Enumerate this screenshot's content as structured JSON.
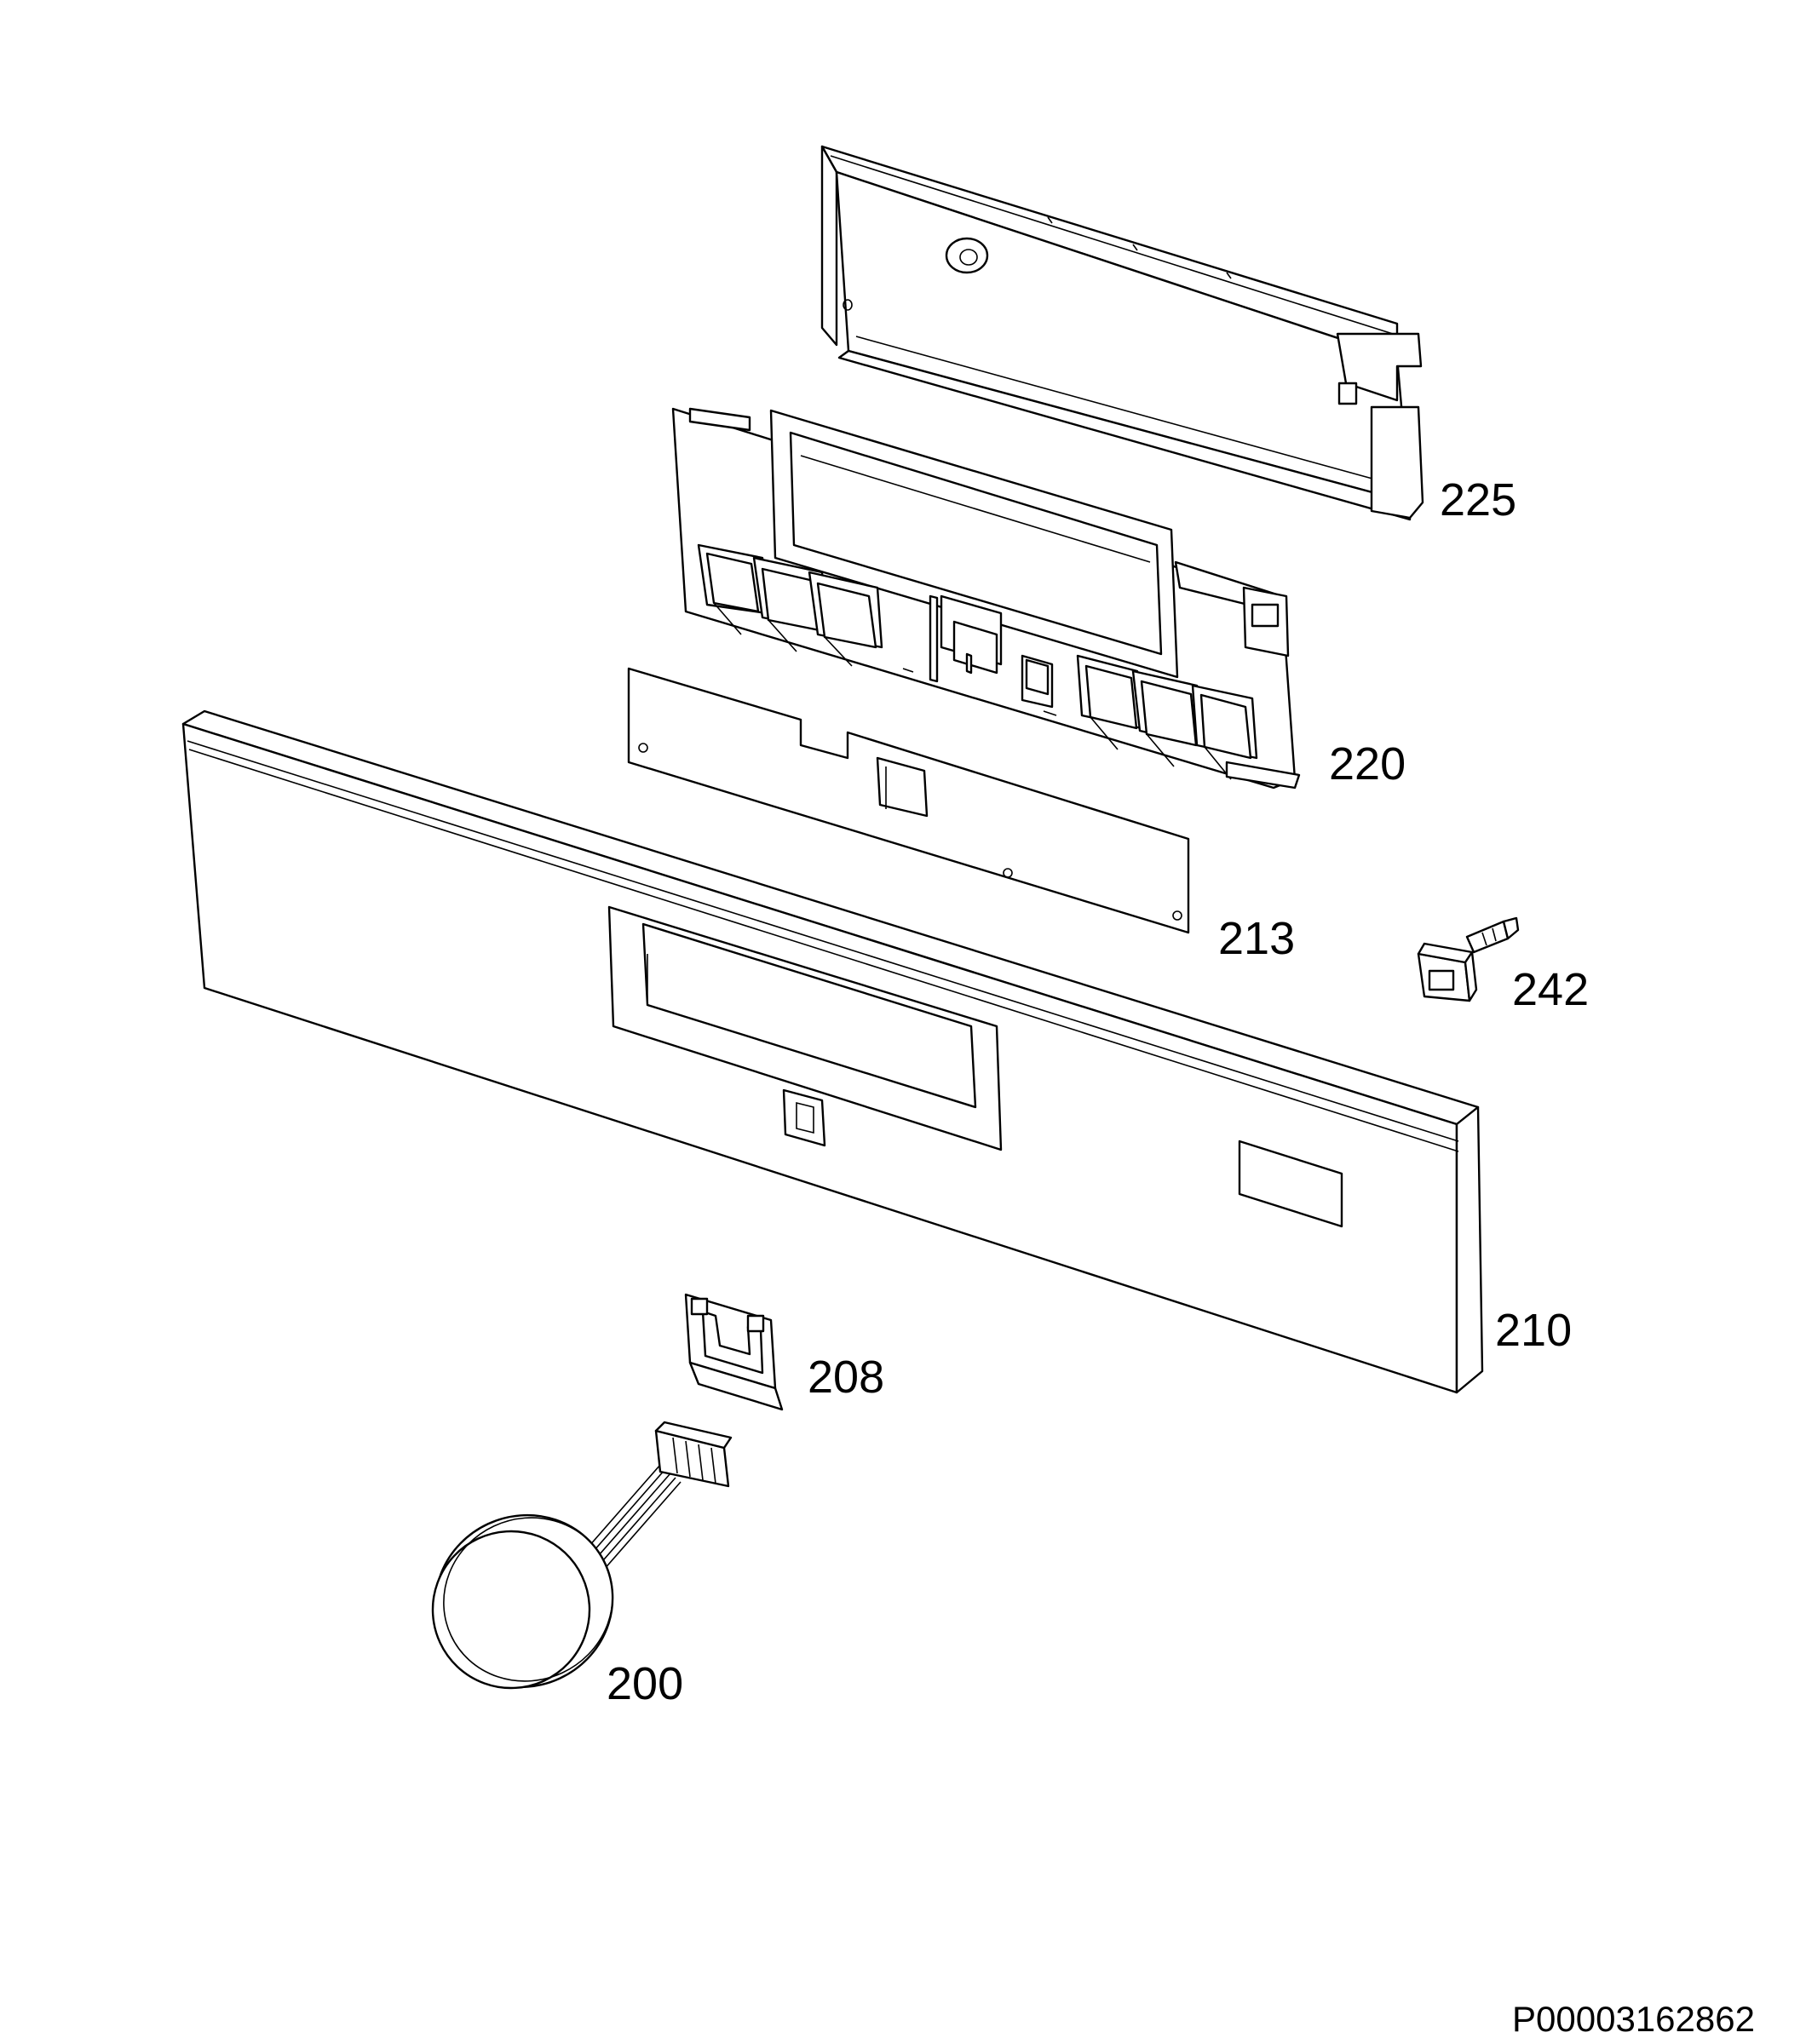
{
  "parts": [
    {
      "id": "part-225",
      "label": "225"
    },
    {
      "id": "part-220",
      "label": "220"
    },
    {
      "id": "part-213",
      "label": "213"
    },
    {
      "id": "part-242",
      "label": "242"
    },
    {
      "id": "part-210",
      "label": "210"
    },
    {
      "id": "part-208",
      "label": "208"
    },
    {
      "id": "part-200",
      "label": "200"
    }
  ],
  "drawing_code": "P00003162862"
}
